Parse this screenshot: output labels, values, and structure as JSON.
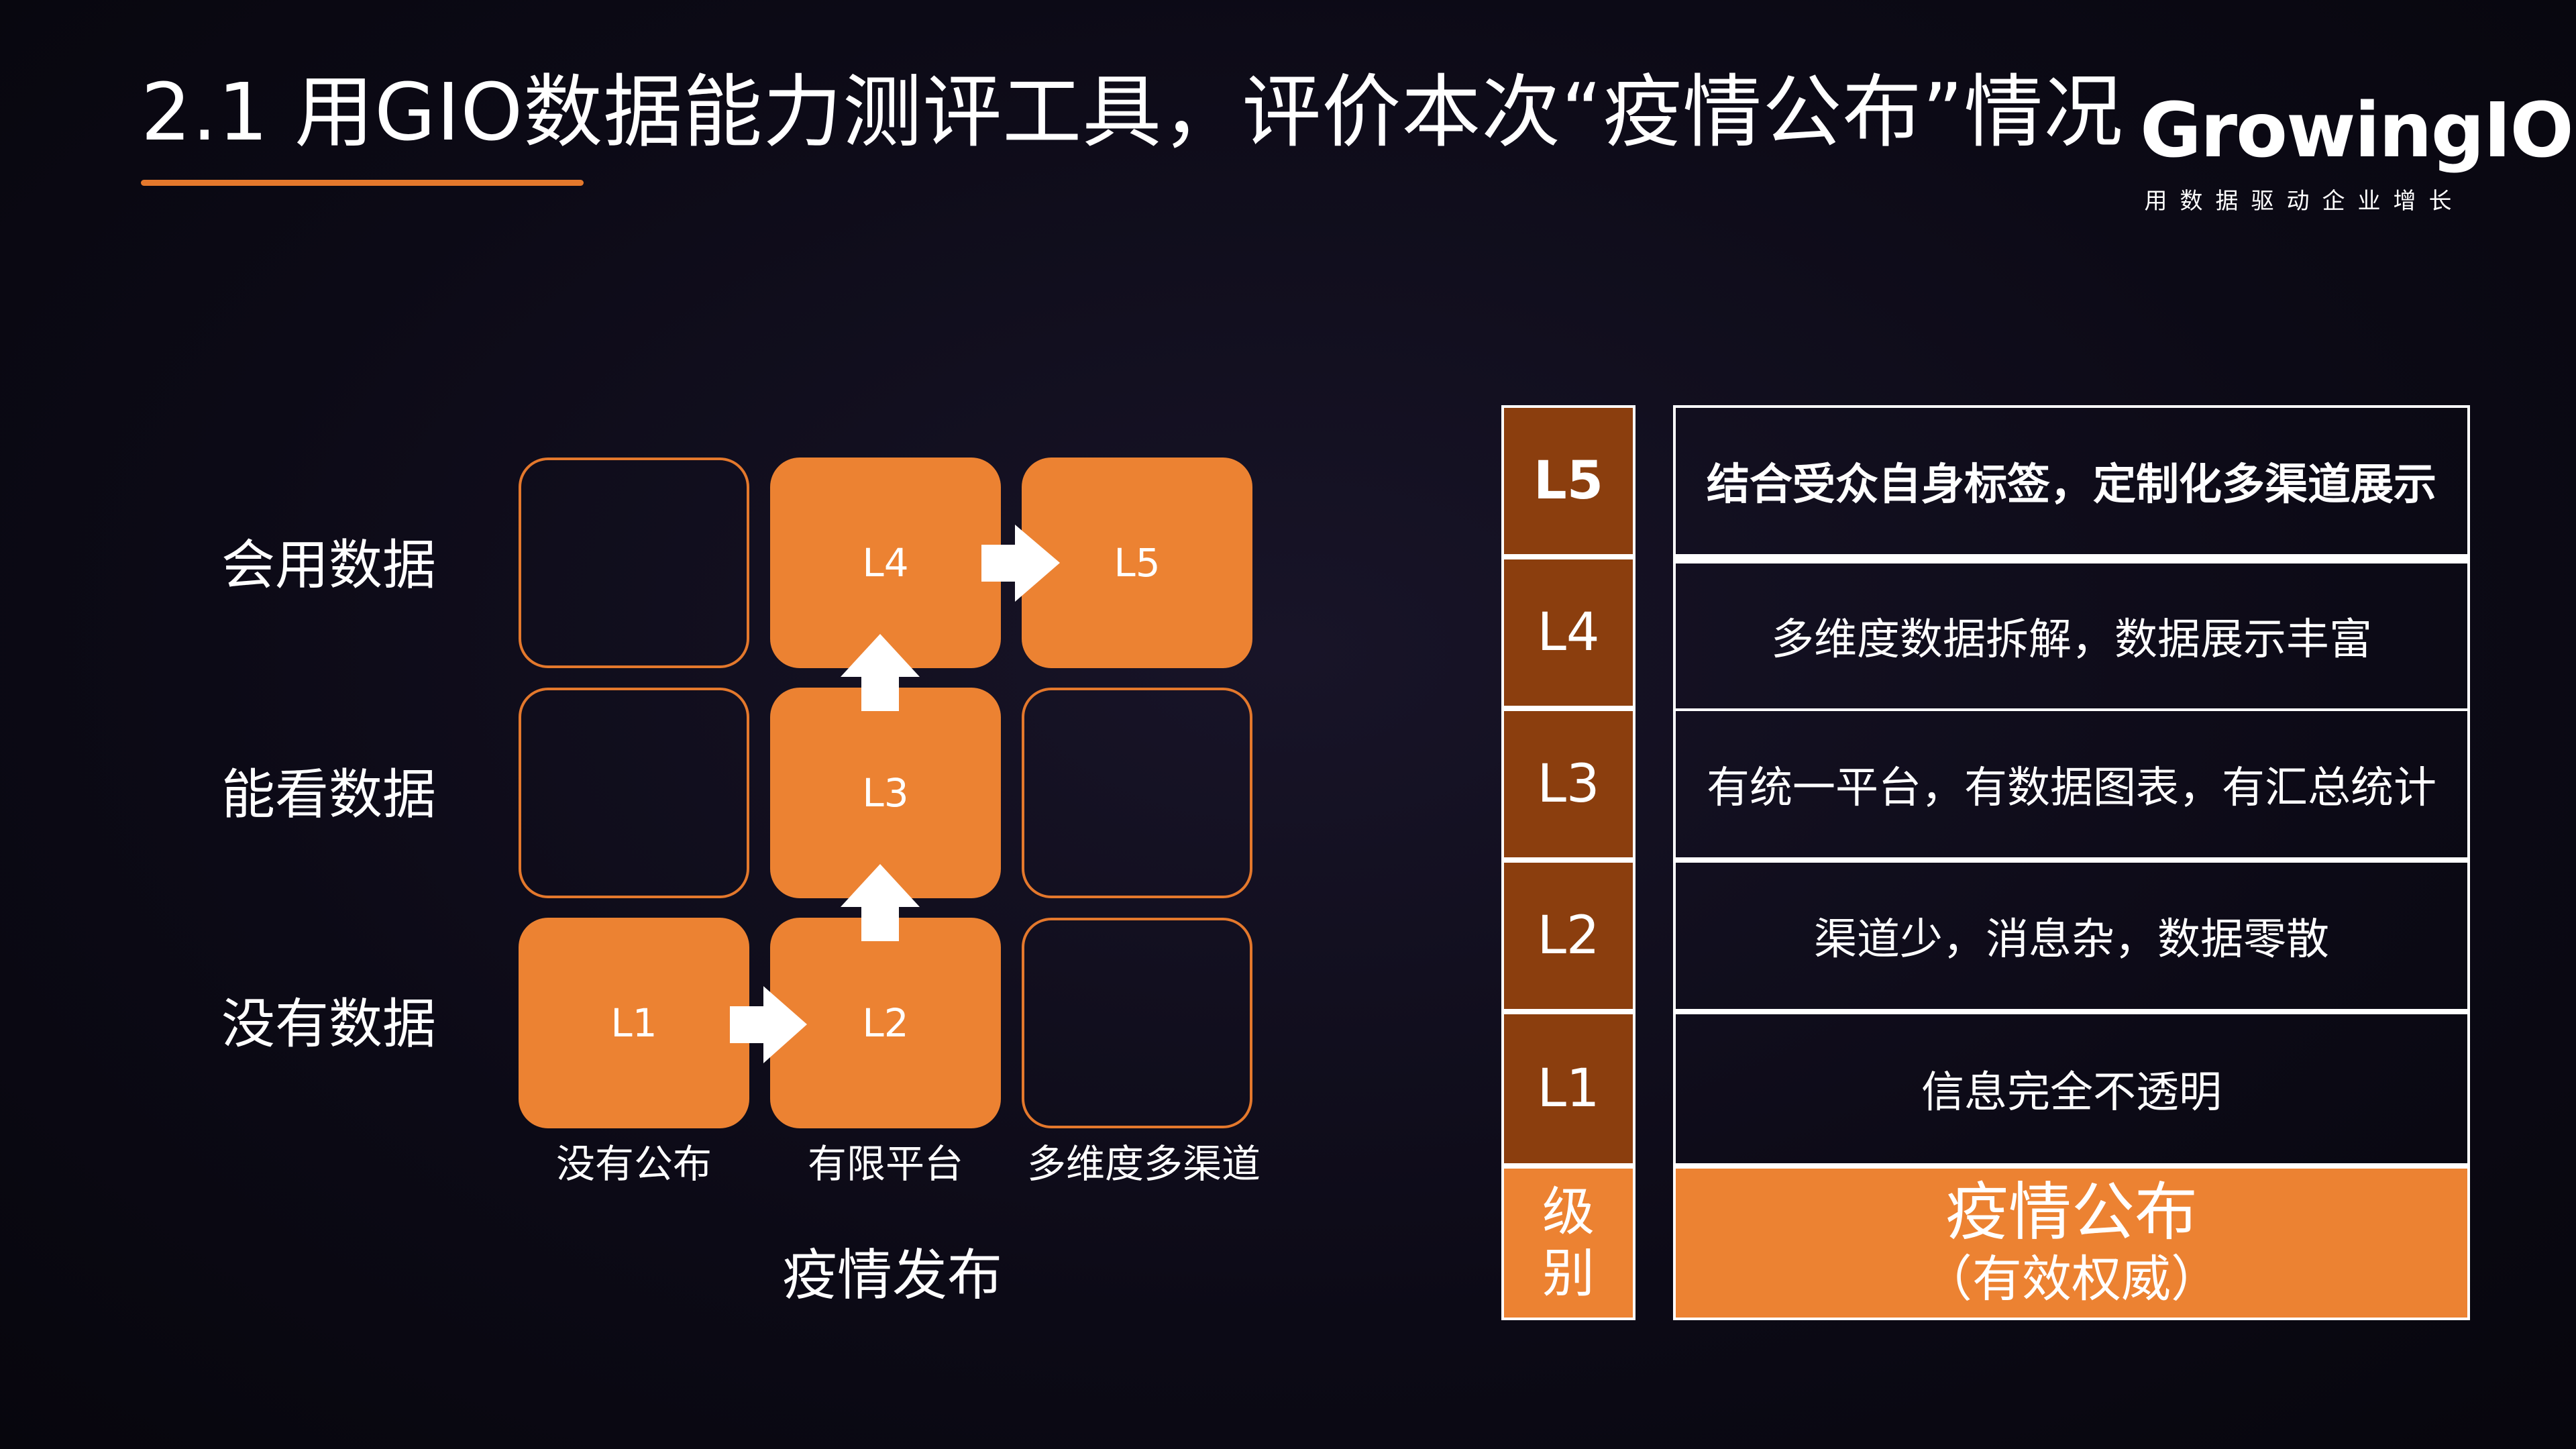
{
  "header": {
    "title": "2.1 用GIO数据能力测评工具，评价本次“疫情公布”情况"
  },
  "logo": {
    "wordmark": "GrowingIO",
    "slogan": "用数据驱动企业增长"
  },
  "matrix": {
    "rows": [
      "会用数据",
      "能看数据",
      "没有数据"
    ],
    "columns": [
      "没有公布",
      "有限平台",
      "多维度多渠道"
    ],
    "x_axis_title": "疫情发布",
    "cells": {
      "r0c1": "L4",
      "r0c2": "L5",
      "r1c1": "L3",
      "r2c0": "L1",
      "r2c1": "L2"
    },
    "accent_color": "#ec8232"
  },
  "levels_table": {
    "header": {
      "level": "级别",
      "title": "疫情公布",
      "subtitle": "（有效权威）"
    },
    "rows": [
      {
        "level": "L5",
        "desc": "结合受众自身标签，定制化多渠道展示"
      },
      {
        "level": "L4",
        "desc": "多维度数据拆解，数据展示丰富"
      },
      {
        "level": "L3",
        "desc": "有统一平台，有数据图表，有汇总统计"
      },
      {
        "level": "L2",
        "desc": "渠道少，消息杂，数据零散"
      },
      {
        "level": "L1",
        "desc": "信息完全不透明"
      }
    ],
    "level_color": "#8b3e0e"
  }
}
